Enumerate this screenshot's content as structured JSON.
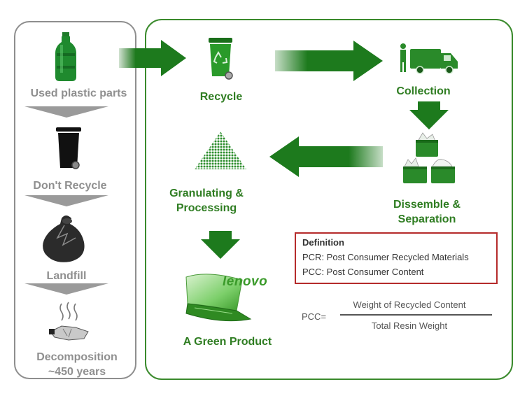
{
  "left_column": {
    "used": "Used plastic parts",
    "dont_recycle": "Don't Recycle",
    "landfill": "Landfill",
    "decomposition_line1": "Decomposition",
    "decomposition_line2": "~450 years"
  },
  "flow": {
    "recycle": "Recycle",
    "collection": "Collection",
    "dissemble_line1": "Dissemble &",
    "dissemble_line2": "Separation",
    "granulating_line1": "Granulating &",
    "granulating_line2": "Processing",
    "green_product": "A Green Product",
    "brand": "lenovo"
  },
  "definition": {
    "title": "Definition",
    "pcr": "PCR: Post Consumer Recycled Materials",
    "pcc": "PCC: Post Consumer Content"
  },
  "formula": {
    "lhs": "PCC=",
    "numerator": "Weight of Recycled Content",
    "denominator": "Total Resin Weight"
  },
  "colors": {
    "green": "#2f7d22",
    "gray": "#8f8f8f",
    "red": "#b52b2b"
  }
}
